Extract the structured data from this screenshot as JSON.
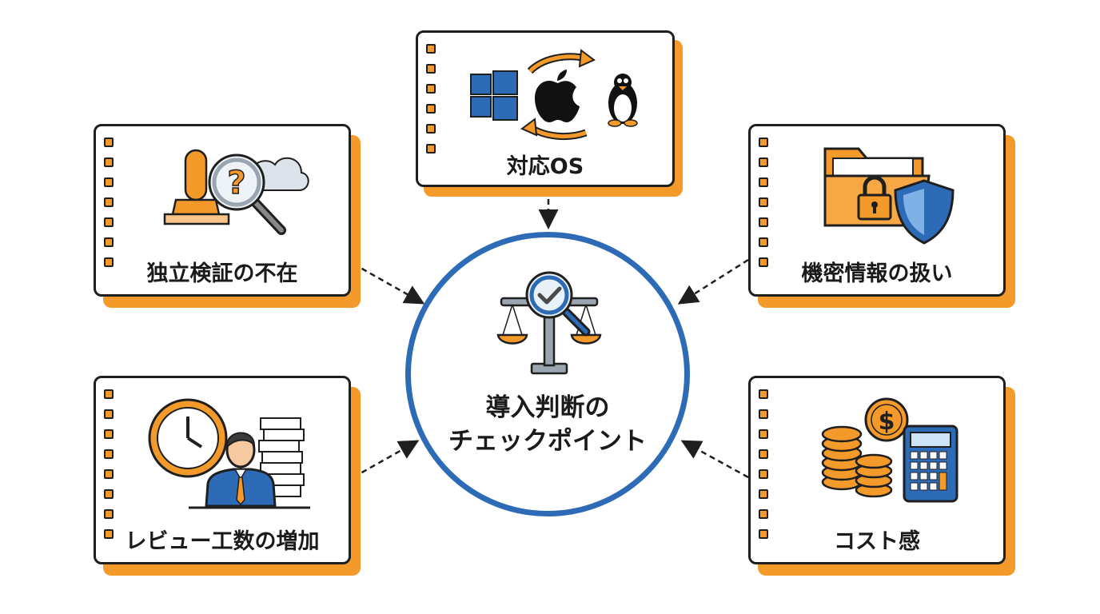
{
  "center": {
    "line1": "導入判断の",
    "line2": "チェックポイント"
  },
  "cards": {
    "os": {
      "label": "対応OS"
    },
    "verification": {
      "label": "独立検証の不在"
    },
    "confidential": {
      "label": "機密情報の扱い"
    },
    "review": {
      "label": "レビュー工数の増加"
    },
    "cost": {
      "label": "コスト感"
    }
  },
  "icons": {
    "os": [
      "windows-icon",
      "apple-icon",
      "linux-penguin-icon",
      "cycle-arrows-icon"
    ],
    "verification": [
      "stamp-icon",
      "magnifier-question-icon",
      "cloud-icon"
    ],
    "confidential": [
      "folder-icon",
      "padlock-icon",
      "shield-icon"
    ],
    "review": [
      "clock-icon",
      "person-icon",
      "document-stack-icon"
    ],
    "cost": [
      "coin-stack-icon",
      "dollar-coin-icon",
      "calculator-icon"
    ],
    "center": [
      "balance-scale-icon",
      "magnifier-check-icon"
    ]
  },
  "colors": {
    "accent": "#f39a2b",
    "blue": "#2e6bb6",
    "outline": "#1f1f1f"
  }
}
